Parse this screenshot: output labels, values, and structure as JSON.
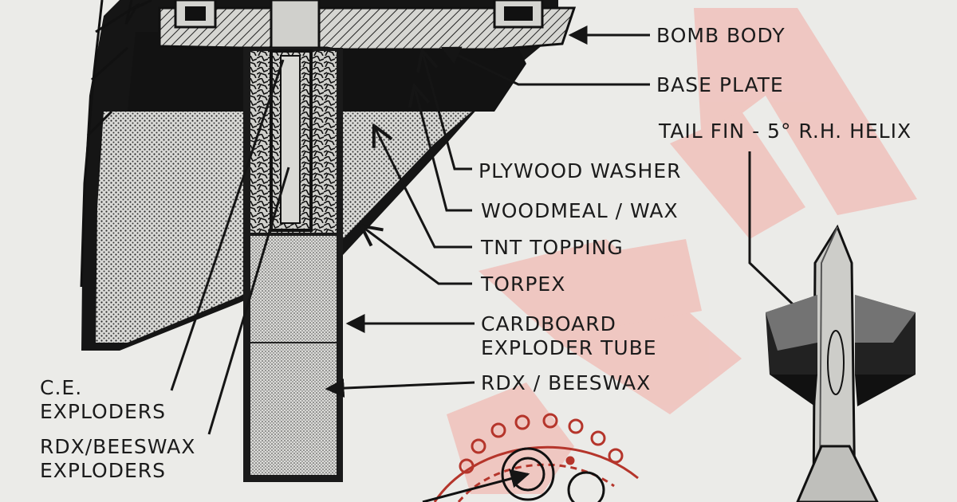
{
  "labels": {
    "bomb_body": "BOMB BODY",
    "base_plate": "BASE PLATE",
    "tail_fin": "TAIL FIN - 5° R.H. HELIX",
    "plywood_washer": "PLYWOOD WASHER",
    "woodmeal_wax": "WOODMEAL / WAX",
    "tnt_topping": "TNT TOPPING",
    "torpex": "TORPEX",
    "cardboard_exploder_tube": "CARDBOARD\nEXPLODER TUBE",
    "rdx_beeswax": "RDX / BEESWAX",
    "ce_exploders": "C.E.\nEXPLODERS",
    "rdx_beeswax_exploders": "RDX/BEESWAX\nEXPLODERS"
  },
  "colors": {
    "paper": "#ebebe8",
    "ink": "#151515",
    "stipple": "#cfcfcc",
    "watermark": "#f2a8a0",
    "red_part": "#b5352b"
  }
}
